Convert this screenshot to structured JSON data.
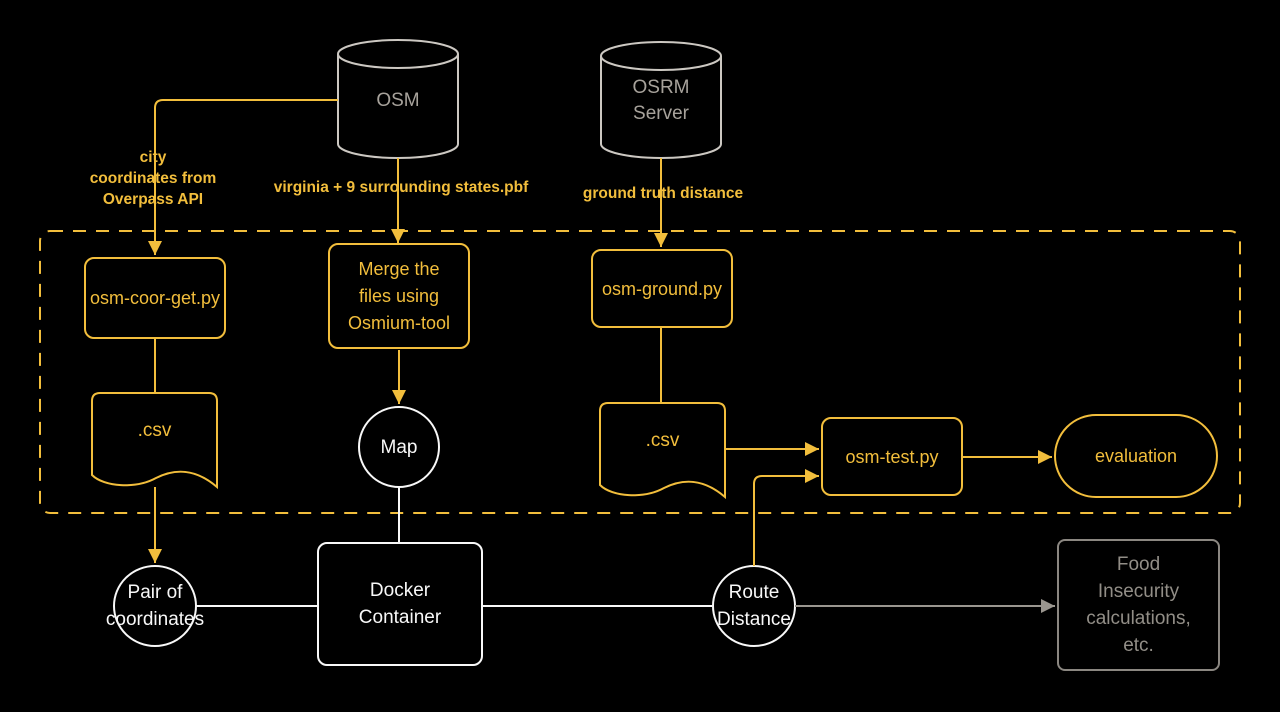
{
  "colors": {
    "background": "#000000",
    "accent_yellow": "#F2BE3C",
    "node_white": "#F8F8F8",
    "cylinder_stroke": "#CCC8C2",
    "cylinder_text": "#A7A29B",
    "muted_stroke": "#8B8781",
    "muted_text": "#928E87"
  },
  "cylinders": {
    "osm": {
      "label": "OSM"
    },
    "osrm": {
      "line1": "OSRM",
      "line2": "Server"
    }
  },
  "edge_labels": {
    "city": {
      "line1": "city",
      "line2": "coordinates from",
      "line3": "Overpass API"
    },
    "virginia": "virginia + 9 surrounding states.pbf",
    "ground_truth": "ground truth distance"
  },
  "pipeline": {
    "osm_coor_get": "osm-coor-get.py",
    "merge": {
      "line1": "Merge the",
      "line2": "files using",
      "line3": "Osmium-tool"
    },
    "osm_ground": "osm-ground.py",
    "csv_left": ".csv",
    "csv_right": ".csv",
    "map": "Map",
    "osm_test": "osm-test.py",
    "evaluation": "evaluation"
  },
  "bottom_row": {
    "pair": {
      "line1": "Pair of",
      "line2": "coordinates"
    },
    "docker": {
      "line1": "Docker",
      "line2": "Container"
    },
    "route": {
      "line1": "Route",
      "line2": "Distance"
    },
    "food": {
      "line1": "Food",
      "line2": "Insecurity",
      "line3": "calculations,",
      "line4": "etc."
    }
  }
}
